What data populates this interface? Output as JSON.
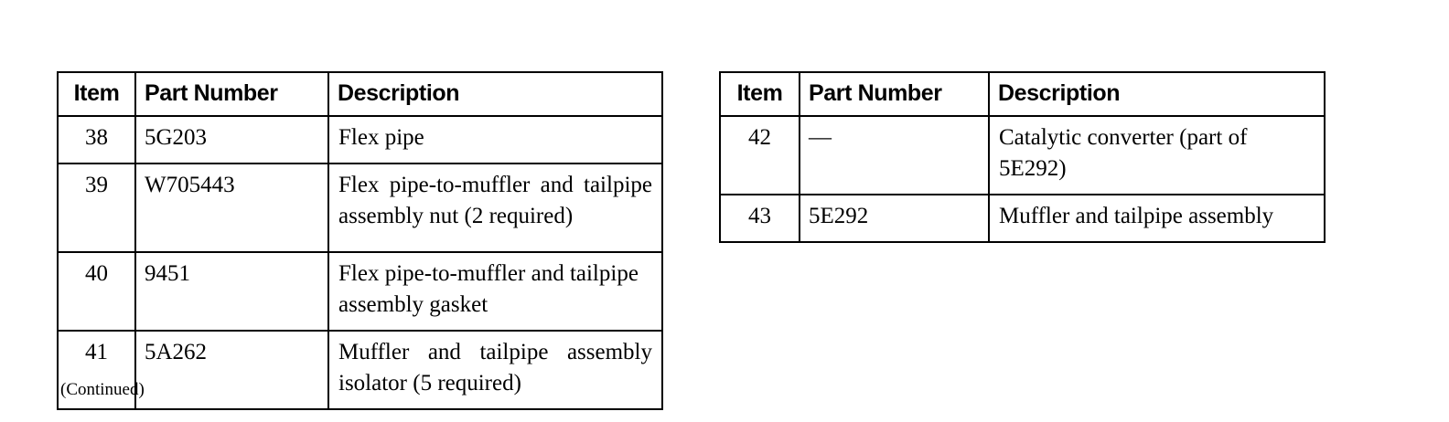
{
  "document": {
    "footnote": "(Continued)"
  },
  "tables": [
    {
      "id": "left",
      "columns": {
        "item": "Item",
        "part_number": "Part Number",
        "description": "Description"
      },
      "rows": [
        {
          "item": "38",
          "part_number": "5G203",
          "description": "Flex pipe"
        },
        {
          "item": "39",
          "part_number": "W705443",
          "description": "Flex pipe-to-muffler and tailpipe assembly nut (2 required)"
        },
        {
          "item": "40",
          "part_number": "9451",
          "description": "Flex pipe-to-muffler and tailpipe assembly gasket"
        },
        {
          "item": "41",
          "part_number": "5A262",
          "description": "Muffler and tailpipe assembly isolator (5 required)"
        }
      ]
    },
    {
      "id": "right",
      "columns": {
        "item": "Item",
        "part_number": "Part Number",
        "description": "Description"
      },
      "rows": [
        {
          "item": "42",
          "part_number": "—",
          "description": "Catalytic converter (part of 5E292)"
        },
        {
          "item": "43",
          "part_number": "5E292",
          "description": "Muffler and tailpipe assembly"
        }
      ]
    }
  ]
}
